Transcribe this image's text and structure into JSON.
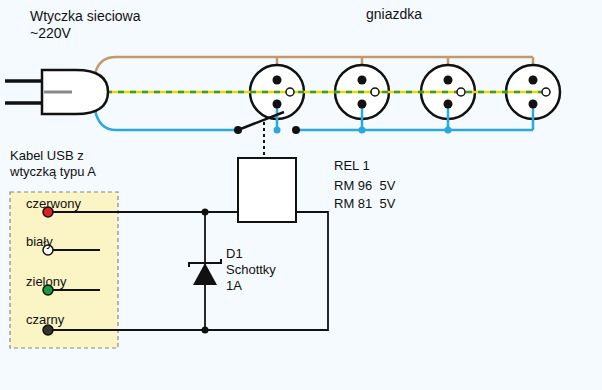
{
  "diagram": {
    "nodes": [
      {
        "text": [
          "Kabel USB z wtyczką typu A",
          "czerwony",
          "biały",
          "zielony",
          "czarny"
        ]
      }
    ],
    "labels": [
      "Wtyczka sieciowa ~220V",
      "gniazdka",
      "D1 Schottky 1A",
      "REL 1",
      "RM 96  5V",
      "RM 81  5V"
    ]
  }
}
